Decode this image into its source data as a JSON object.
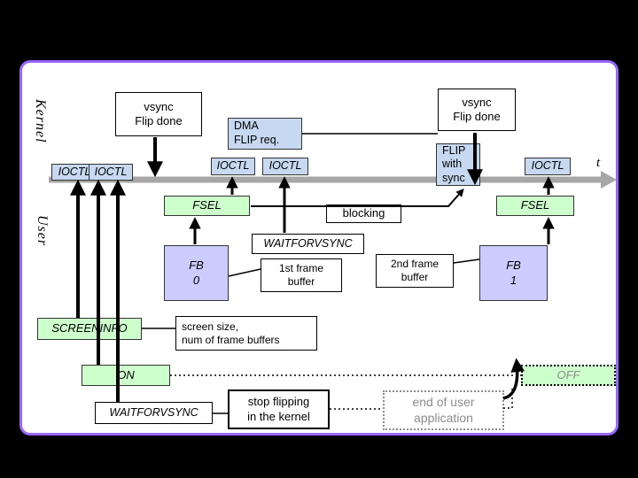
{
  "slide": {
    "lanes": {
      "kernel": "Kernel",
      "user": "User"
    },
    "timeline": {
      "axis_label": "t"
    },
    "events": {
      "vsync_left": "vsync\nFlip done",
      "dma_flip_req": "DMA\nFLIP req.",
      "vsync_right": "vsync\nFlip done",
      "flip_with_sync": "FLIP\nwith\nsync",
      "ioctl": [
        "IOCTL",
        "IOCTL",
        "IOCTL",
        "IOCTL",
        "IOCTL"
      ],
      "fsel": [
        "FSEL",
        "FSEL"
      ],
      "blocking": "blocking",
      "waitforvsync_upper": "WAITFORVSYNC",
      "fb0": "FB\n0",
      "fb1": "FB\n1",
      "frame_buffer_1": "1st frame\nbuffer",
      "frame_buffer_2": "2nd frame\nbuffer",
      "screeninfo": "SCREENINFO",
      "screen_size_note": "screen size,\nnum of frame buffers",
      "on": "ON",
      "off": "OFF",
      "waitforvsync_lower": "WAITFORVSYNC",
      "stop_flipping": "stop flipping\nin the kernel",
      "end_of_user_app": "end of user\napplication"
    },
    "colors": {
      "ioctl_blue": "#c6d9f1",
      "frame_buffer_purple": "#ccccff",
      "state_green": "#ccffcc",
      "timeline_gray": "#a6a6a6",
      "slide_border": "#9966ff",
      "muted_text": "#8c8c8c"
    }
  }
}
